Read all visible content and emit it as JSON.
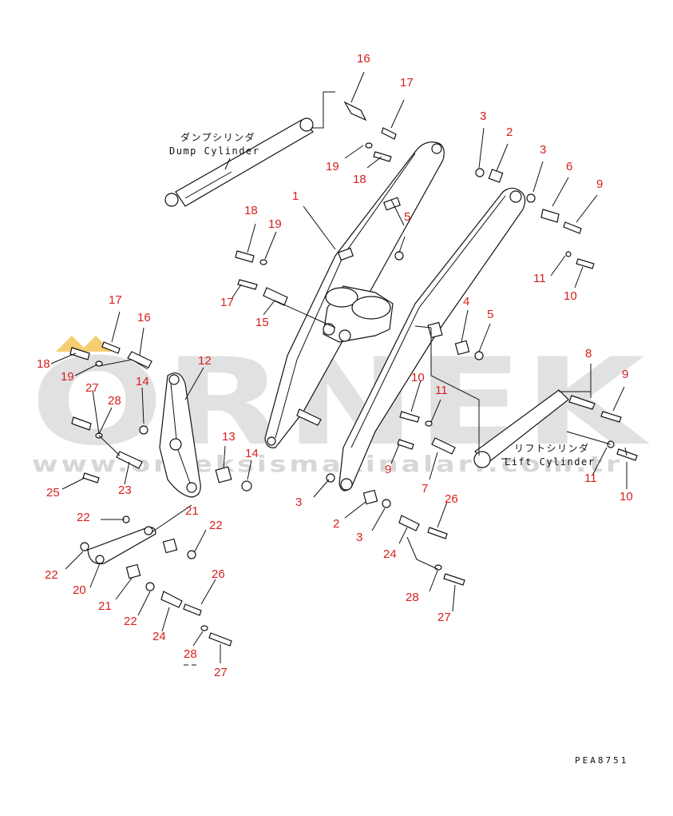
{
  "diagram": {
    "dump_cylinder_jp": "ダンプシリンダ",
    "dump_cylinder_en": "Dump Cylinder",
    "lift_cylinder_jp": "リフトシリンダ",
    "lift_cylinder_en": "Lift Cylinder",
    "drawing_code": "PEA8751",
    "colors": {
      "callout": "#d81e1e",
      "line": "#111111",
      "watermark": "#c9c9c9",
      "watermark_accent": "#f2c14e"
    }
  },
  "watermark": {
    "logo": "ORNEK",
    "url": "www.orneksismakinalari.com.tr"
  },
  "callouts": [
    {
      "id": "c1",
      "label": "16"
    },
    {
      "id": "c2",
      "label": "17"
    },
    {
      "id": "c3",
      "label": "19"
    },
    {
      "id": "c4",
      "label": "18"
    },
    {
      "id": "c5",
      "label": "3"
    },
    {
      "id": "c6",
      "label": "2"
    },
    {
      "id": "c7",
      "label": "3"
    },
    {
      "id": "c8",
      "label": "6"
    },
    {
      "id": "c9",
      "label": "9"
    },
    {
      "id": "c10",
      "label": "1"
    },
    {
      "id": "c11",
      "label": "5"
    },
    {
      "id": "c12",
      "label": "18"
    },
    {
      "id": "c13",
      "label": "19"
    },
    {
      "id": "c14",
      "label": "17"
    },
    {
      "id": "c15",
      "label": "15"
    },
    {
      "id": "c16",
      "label": "11"
    },
    {
      "id": "c17",
      "label": "10"
    },
    {
      "id": "c18",
      "label": "4"
    },
    {
      "id": "c19",
      "label": "5"
    },
    {
      "id": "c20",
      "label": "17"
    },
    {
      "id": "c21",
      "label": "16"
    },
    {
      "id": "c22",
      "label": "18"
    },
    {
      "id": "c23",
      "label": "19"
    },
    {
      "id": "c24",
      "label": "12"
    },
    {
      "id": "c25",
      "label": "14"
    },
    {
      "id": "c26",
      "label": "27"
    },
    {
      "id": "c27",
      "label": "28"
    },
    {
      "id": "c28",
      "label": "8"
    },
    {
      "id": "c29",
      "label": "9"
    },
    {
      "id": "c30",
      "label": "10"
    },
    {
      "id": "c31",
      "label": "11"
    },
    {
      "id": "c32",
      "label": "13"
    },
    {
      "id": "c33",
      "label": "14"
    },
    {
      "id": "c34",
      "label": "25"
    },
    {
      "id": "c35",
      "label": "23"
    },
    {
      "id": "c36",
      "label": "21"
    },
    {
      "id": "c37",
      "label": "9"
    },
    {
      "id": "c38",
      "label": "7"
    },
    {
      "id": "c39",
      "label": "11"
    },
    {
      "id": "c40",
      "label": "10"
    },
    {
      "id": "c41",
      "label": "3"
    },
    {
      "id": "c42",
      "label": "2"
    },
    {
      "id": "c43",
      "label": "3"
    },
    {
      "id": "c44",
      "label": "26"
    },
    {
      "id": "c45",
      "label": "22"
    },
    {
      "id": "c46",
      "label": "22"
    },
    {
      "id": "c47",
      "label": "22"
    },
    {
      "id": "c48",
      "label": "20"
    },
    {
      "id": "c49",
      "label": "21"
    },
    {
      "id": "c50",
      "label": "22"
    },
    {
      "id": "c51",
      "label": "26"
    },
    {
      "id": "c52",
      "label": "24"
    },
    {
      "id": "c53",
      "label": "28"
    },
    {
      "id": "c54",
      "label": "27"
    },
    {
      "id": "c55",
      "label": "24"
    },
    {
      "id": "c56",
      "label": "28"
    },
    {
      "id": "c57",
      "label": "27"
    }
  ]
}
